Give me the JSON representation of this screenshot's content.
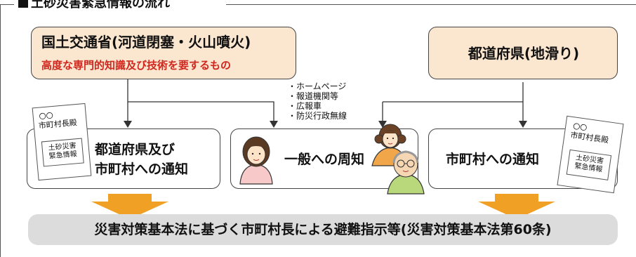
{
  "section_title": "土砂災害緊急情報の流れ",
  "top_left": {
    "title": "国土交通省(河道閉塞・火山噴火)",
    "subtitle": "高度な専門的知識及び技術を要するもの"
  },
  "top_right": {
    "title": "都道府県(地滑り)"
  },
  "media_list": [
    "・ホームページ",
    "・報道機関等",
    "・広報車",
    "・防災行政無線"
  ],
  "box_left": {
    "line1": "都道府県及び",
    "line2": "市町村への通知"
  },
  "box_middle": {
    "label": "一般への周知"
  },
  "box_right": {
    "label": "市町村への通知"
  },
  "doc_left": {
    "symbols": "〇〇",
    "addressee": "市町村長殿",
    "inner": [
      "土砂災害",
      "緊急情報"
    ]
  },
  "doc_right": {
    "symbols": "〇〇",
    "addressee": "市町村長殿",
    "inner": [
      "土砂災害",
      "緊急情報"
    ]
  },
  "bottom_bar": "災害対策基本法に基づく市町村長による避難指示等(災害対策基本法第60条)",
  "colors": {
    "peach": "#fbe6cf",
    "red_text": "#d0281f",
    "orange_arrow": "#f0a024",
    "gray_bar": "#dcdcdc"
  }
}
